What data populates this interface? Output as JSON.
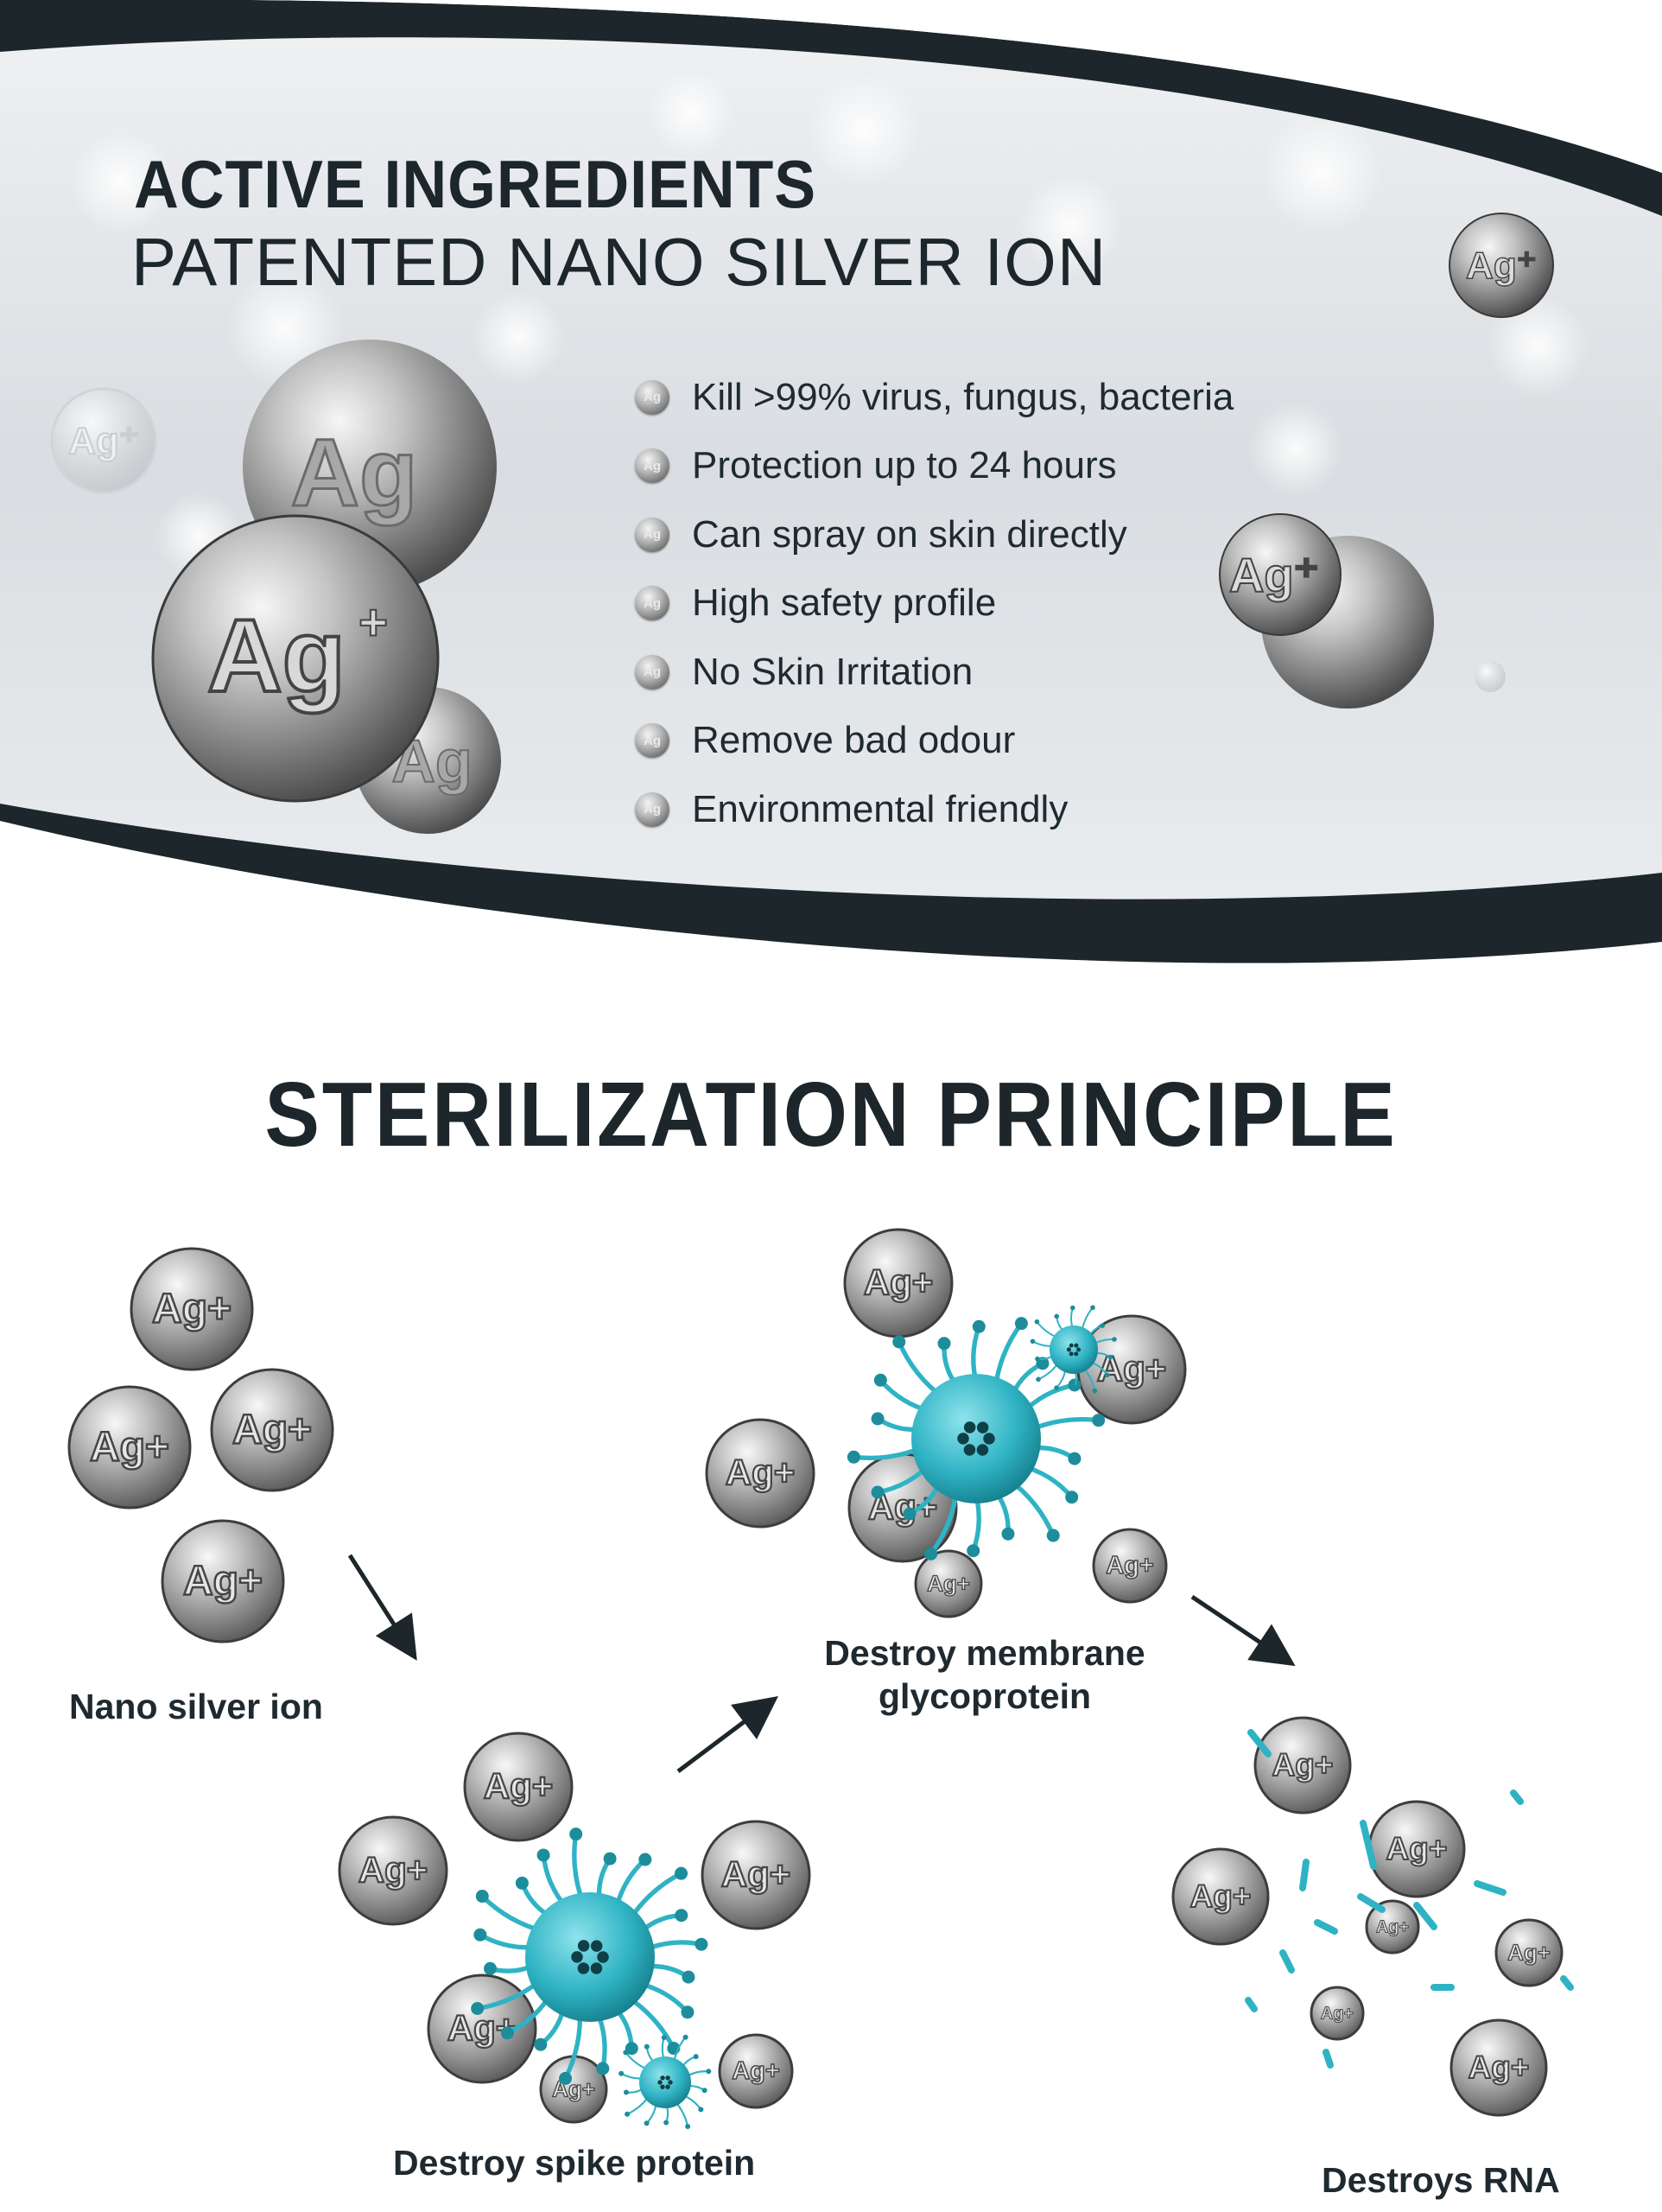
{
  "hero": {
    "heading_line1": "ACTIVE INGREDIENTS",
    "heading_line2": "PATENTED NANO SILVER ION",
    "ion_label": "Ag",
    "ion_charge": "+",
    "features": [
      "Kill >99% virus, fungus, bacteria",
      "Protection up to 24 hours",
      "Can spray on skin directly",
      "High safety profile",
      "No Skin Irritation",
      "Remove bad odour",
      "Environmental friendly"
    ],
    "colors": {
      "dark_band": "#1c262b",
      "silver": "#9a9a9a",
      "background": "#dfe3e6"
    }
  },
  "principle": {
    "title": "STERILIZATION PRINCIPLE",
    "steps": [
      {
        "caption": "Nano silver ion"
      },
      {
        "caption": "Destroy spike protein"
      },
      {
        "caption_line1": "Destroy membrane",
        "caption_line2": "glycoprotein"
      },
      {
        "caption": "Destroys RNA"
      }
    ],
    "colors": {
      "virus": "#2fb3c4",
      "arrow": "#1c262b"
    }
  }
}
